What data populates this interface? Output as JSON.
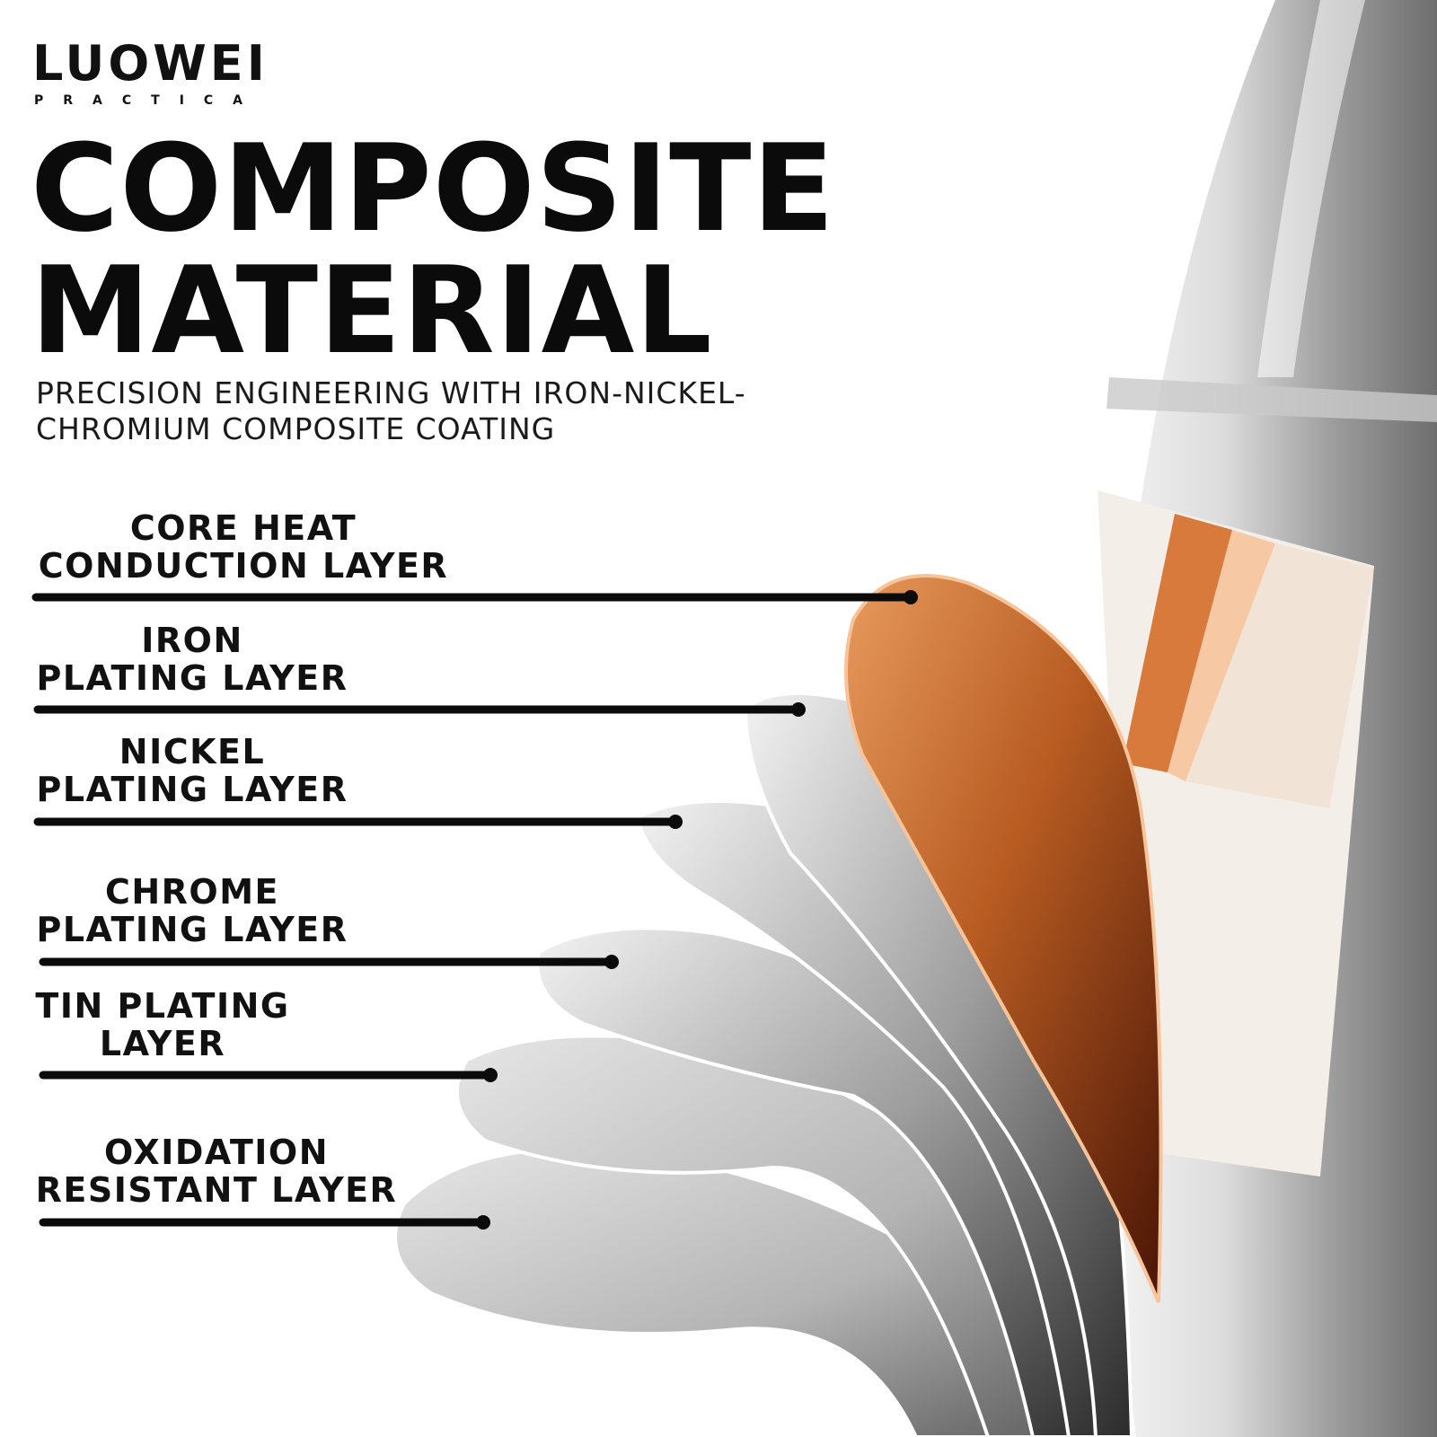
{
  "brand": {
    "logo_text": "LUOWEI",
    "tagline": "PRACTICA",
    "accent_color": "#8cc63f"
  },
  "title": {
    "line1": "COMPOSITE",
    "line2": "MATERIAL"
  },
  "subtitle": "PRECISION ENGINEERING WITH IRON-NICKEL-CHROMIUM COMPOSITE COATING",
  "layers": [
    {
      "line1": "CORE HEAT",
      "line2": "CONDUCTION LAYER",
      "color": "#c46a2a"
    },
    {
      "line1": "IRON",
      "line2": "PLATING LAYER",
      "color": "#5a5a5a"
    },
    {
      "line1": "NICKEL",
      "line2": "PLATING LAYER",
      "color": "#8a8a8a"
    },
    {
      "line1": "CHROME",
      "line2": "PLATING LAYER",
      "color": "#a9a9a9"
    },
    {
      "line1": "TIN PLATING",
      "line2": "LAYER",
      "color": "#c2c2c2"
    },
    {
      "line1": "OXIDATION",
      "line2": "RESISTANT LAYER",
      "color": "#b6b6b6"
    }
  ]
}
